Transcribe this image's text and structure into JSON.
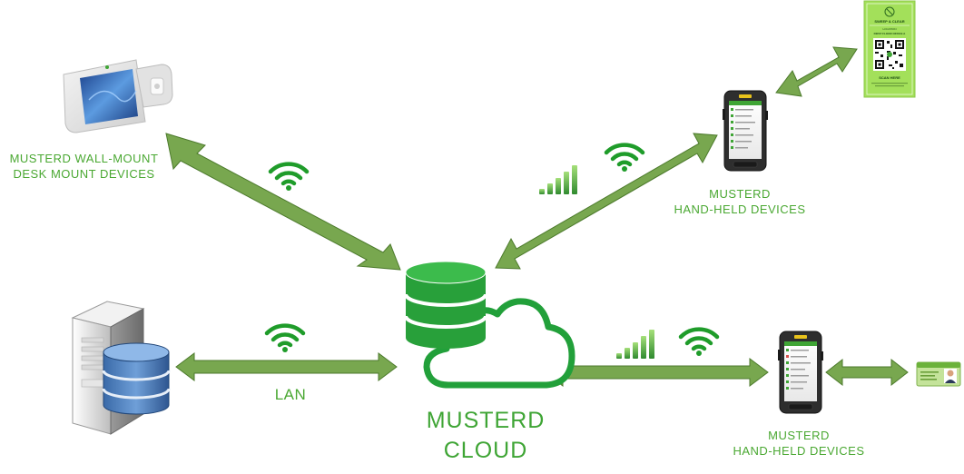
{
  "colors": {
    "arrow_fill": "#78a74f",
    "arrow_stroke": "#4c7a2c",
    "brand_green": "#3fa535",
    "db_green": "#28a03a",
    "label_green": "#4aa832",
    "poster_green": "#a3e05a"
  },
  "labels": {
    "wallmount": {
      "line1": "MUSTERD WALL-MOUNT",
      "line2": "DESK MOUNT DEVICES"
    },
    "handheld_top": {
      "line1": "MUSTERD",
      "line2": "HAND-HELD DEVICES"
    },
    "handheld_bottom": {
      "line1": "MUSTERD",
      "line2": "HAND-HELD DEVICES"
    },
    "lan": "LAN",
    "cloud": {
      "line1": "MUSTERD",
      "line2": "CLOUD"
    }
  },
  "poster": {
    "title": "SWEEP & CLEAR",
    "location_label": "LOCATION",
    "location": "FIRST FLOOR OFFICE A",
    "cta": "SCAN HERE"
  },
  "icons": {
    "wifi": "wifi-icon",
    "cellular": "cellular-signal-icon",
    "database": "database-icon",
    "cloud": "cloud-icon",
    "server": "server-tower-icon",
    "phone": "handheld-phone-icon",
    "tablet": "wall-mount-tablet-icon",
    "qr_poster": "qr-code-poster-icon",
    "id_card": "id-card-icon"
  }
}
